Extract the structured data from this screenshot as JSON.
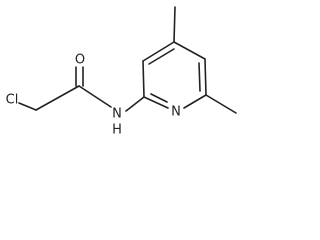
{
  "molecule": {
    "atoms": {
      "chlorine": "Cl",
      "oxygen": "O",
      "amide_nitrogen": "N",
      "amide_hydrogen": "H",
      "ring_nitrogen": "N"
    }
  },
  "colors": {
    "bond": "#222222",
    "label": "#222222",
    "background": "#ffffff"
  }
}
